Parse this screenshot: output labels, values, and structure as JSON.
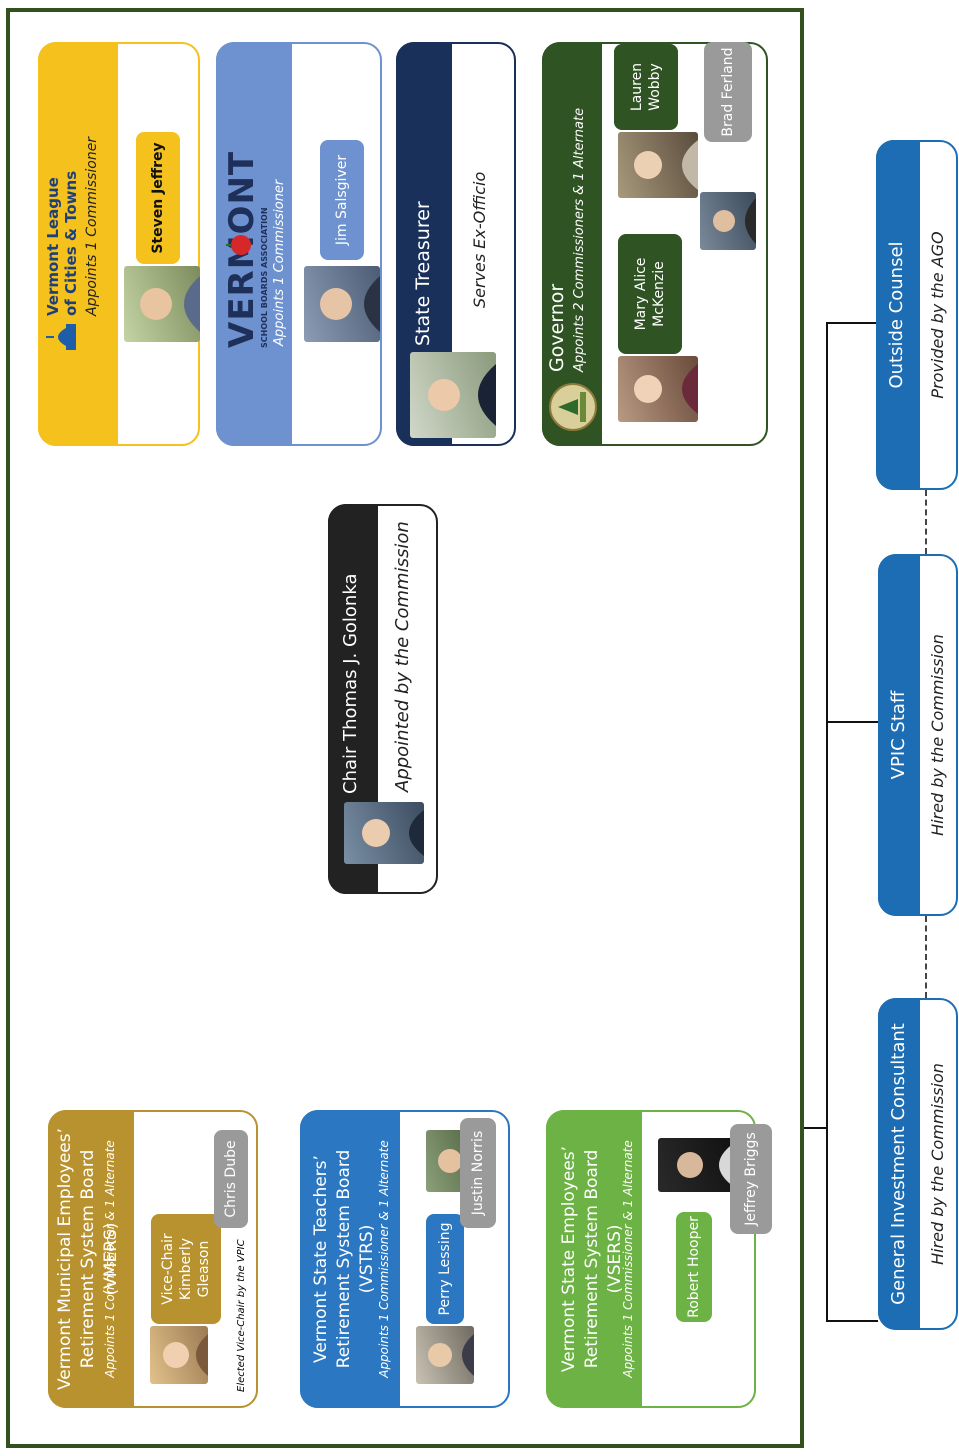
{
  "boards": {
    "vmers": {
      "title": "Vermont Municipal Employees’ Retirement System Board (VMERS)",
      "subtitle": "Appoints 1 Commissioner & 1 Alternate",
      "members": [
        "Vice-Chair Kimberly Gleason",
        "Chris Dube"
      ],
      "note": "Elected Vice-Chair by the VPIC",
      "color": "#b8922e"
    },
    "vstrs": {
      "title": "Vermont State Teachers’ Retirement System Board (VSTRS)",
      "subtitle": "Appoints 1 Commissioner & 1 Alternate",
      "members": [
        "Perry Lessing",
        "Justin Norris"
      ],
      "color": "#2c77c1"
    },
    "vsers": {
      "title": "Vermont State Employees’ Retirement System Board (VSERS)",
      "subtitle": "Appoints 1 Commissioner & 1 Alternate",
      "members": [
        "Robert Hooper",
        "Jeffrey Briggs"
      ],
      "color": "#6db244"
    }
  },
  "chair": {
    "name": "Chair Thomas J. Golonka",
    "subtitle": "Appointed by the Commission"
  },
  "appointers": {
    "vlct": {
      "logo_line1": "Vermont League",
      "logo_line2": "of Cities & Towns",
      "subtitle": "Appoints 1 Commissioner",
      "member": "Steven Jeffrey",
      "color": "#f5c11d"
    },
    "vsba": {
      "logo": "VERMONT",
      "logo_sub": "SCHOOL BOARDS ASSOCIATION",
      "subtitle": "Appoints 1 Commissioner",
      "member": "Jim Salsgiver",
      "color": "#6d92cf"
    },
    "treasurer": {
      "title": "State Treasurer",
      "subtitle": "Serves Ex-Officio",
      "color": "#18305a"
    },
    "governor": {
      "title": "Governor",
      "subtitle": "Appoints 2 Commissioners & 1 Alternate",
      "members": [
        "Mary Alice McKenzie",
        "Lauren Wobby",
        "Brad Ferland"
      ],
      "color": "#2f5323"
    }
  },
  "support": [
    {
      "title": "General Investment Consultant",
      "subtitle": "Hired by the Commission"
    },
    {
      "title": "VPIC Staff",
      "subtitle": "Hired by the Commission"
    },
    {
      "title": "Outside Counsel",
      "subtitle": "Provided by the AGO"
    }
  ],
  "colors": {
    "frame": "#35501f",
    "support": "#1c6db3",
    "chair": "#222222",
    "grey": "#9a9a9a"
  }
}
